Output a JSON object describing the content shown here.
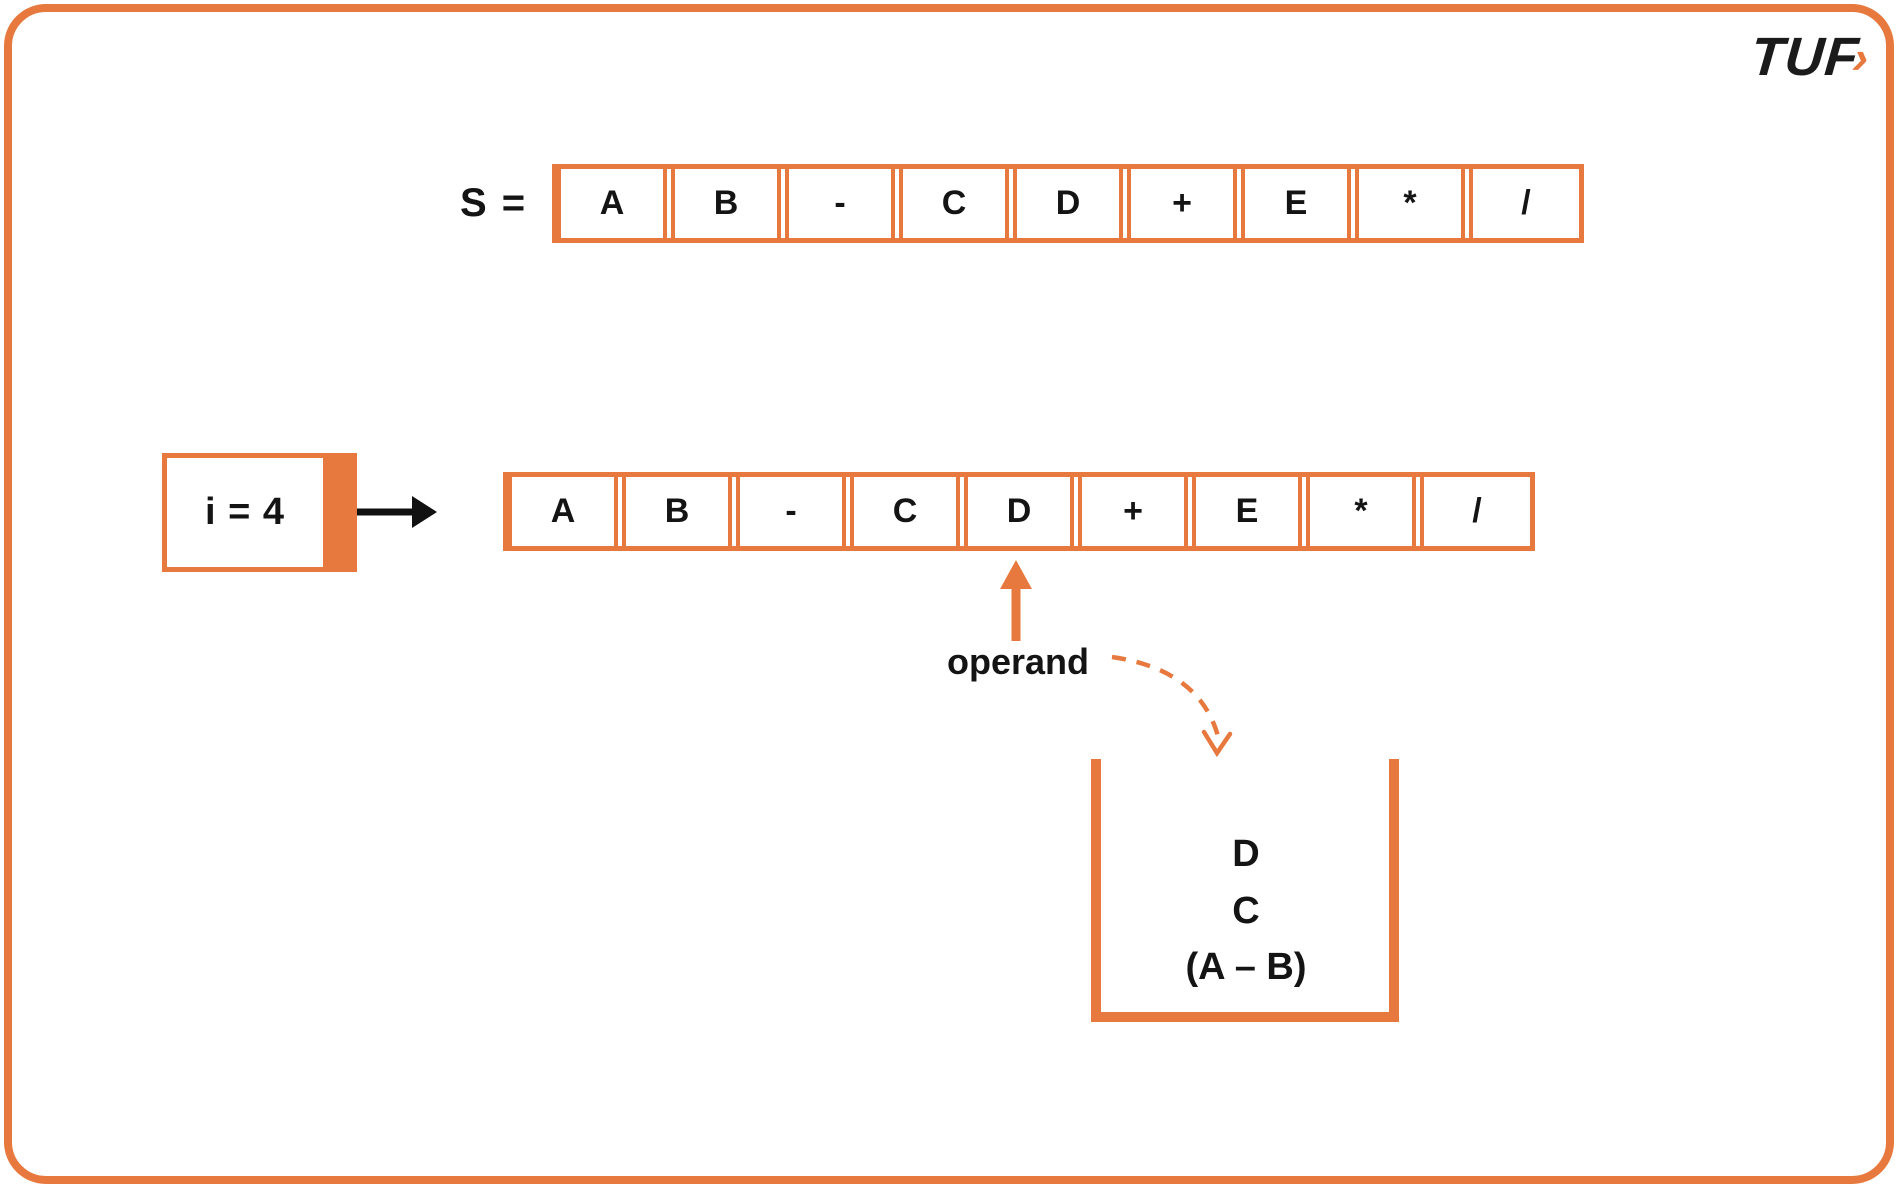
{
  "brand": {
    "logo_text": "TUF",
    "logo_chevron": "›"
  },
  "expression": {
    "label": "S =",
    "tokens": [
      "A",
      "B",
      "-",
      "C",
      "D",
      "+",
      "E",
      "*",
      "/"
    ]
  },
  "iteration": {
    "index_label": "i = 4",
    "tokens": [
      "A",
      "B",
      "-",
      "C",
      "D",
      "+",
      "E",
      "*",
      "/"
    ],
    "pointer_label": "operand",
    "pointer_index": 4,
    "pointed_token": "D"
  },
  "stack": {
    "items": [
      "D",
      "C",
      "(A – B)"
    ]
  },
  "colors": {
    "accent_orange": "#E8793E",
    "ink": "#141414"
  }
}
